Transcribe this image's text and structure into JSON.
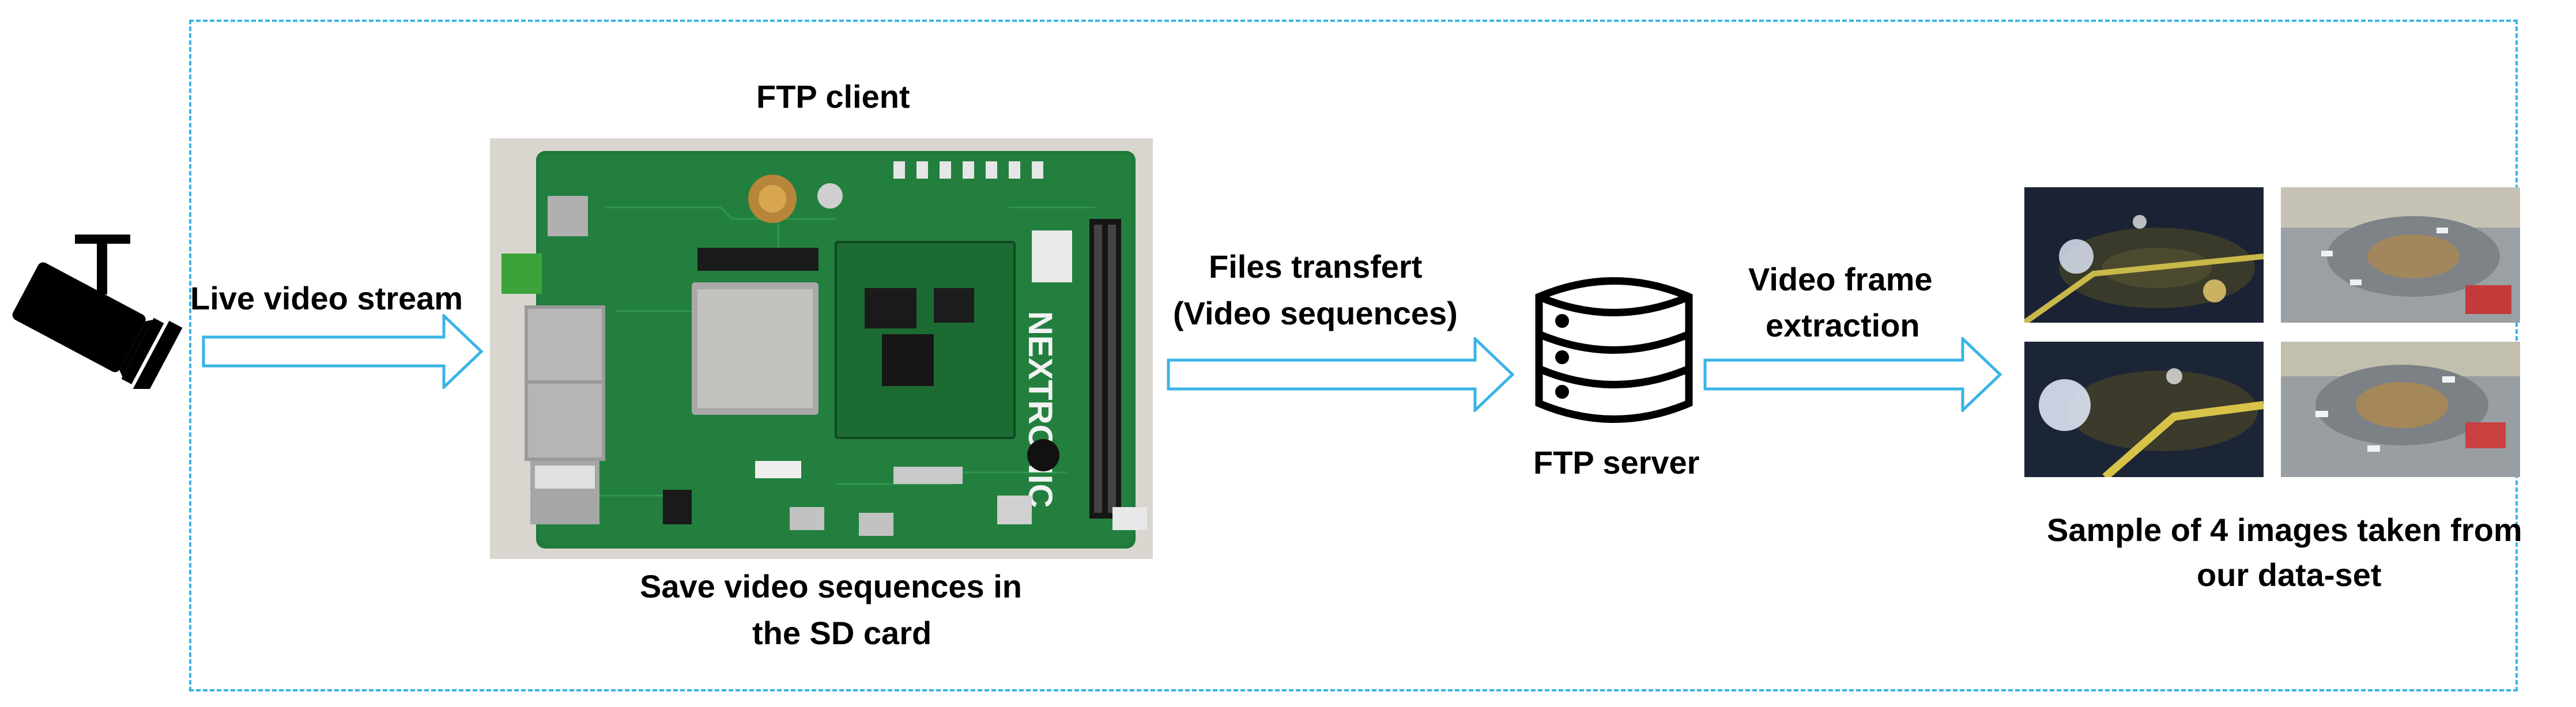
{
  "diagram": {
    "labels": {
      "live_stream": "Live video stream",
      "ftp_client": "FTP client",
      "save_line1": "Save video sequences in",
      "save_line2": "the SD card",
      "transfer_line1": "Files transfert",
      "transfer_line2": "(Video sequences)",
      "ftp_server": "FTP server",
      "extract_line1": "Video frame",
      "extract_line2": "extraction",
      "sample_line1": "Sample of 4 images taken from",
      "sample_line2": "our data-set"
    },
    "board_text": "NEXTRONIC",
    "colors": {
      "frame": "#3ab4e6",
      "arrow": "#3ab4e6",
      "board_green": "#1f7a3a",
      "icon": "#000000"
    },
    "icons": [
      "camera-icon",
      "server-database-icon",
      "arrow-right-icon"
    ],
    "sample_images": [
      "night-roundabout",
      "day-roundabout",
      "night-roundabout",
      "day-roundabout"
    ]
  }
}
